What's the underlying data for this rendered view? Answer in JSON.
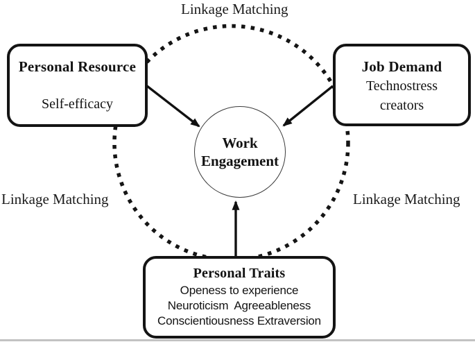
{
  "figure": {
    "labels": {
      "linkage_top": "Linkage Matching",
      "linkage_left": "Linkage Matching",
      "linkage_right": "Linkage Matching"
    },
    "nodes": {
      "personal_resource": {
        "title": "Personal Resource",
        "subtitle": "Self-efficacy"
      },
      "job_demand": {
        "title": "Job Demand",
        "subtitle_line1": "Technostress",
        "subtitle_line2": "creators"
      },
      "work_engagement": {
        "title_line1": "Work",
        "title_line2": "Engagement"
      },
      "personal_traits": {
        "title": "Personal Traits",
        "lines": [
          "Openess to experience",
          "Neuroticism  Agreeableness",
          "Conscientiousness Extraversion"
        ]
      }
    },
    "colors": {
      "ink": "#141414",
      "background": "#ffffff",
      "bottom_rule": "#c2c2c2"
    }
  }
}
